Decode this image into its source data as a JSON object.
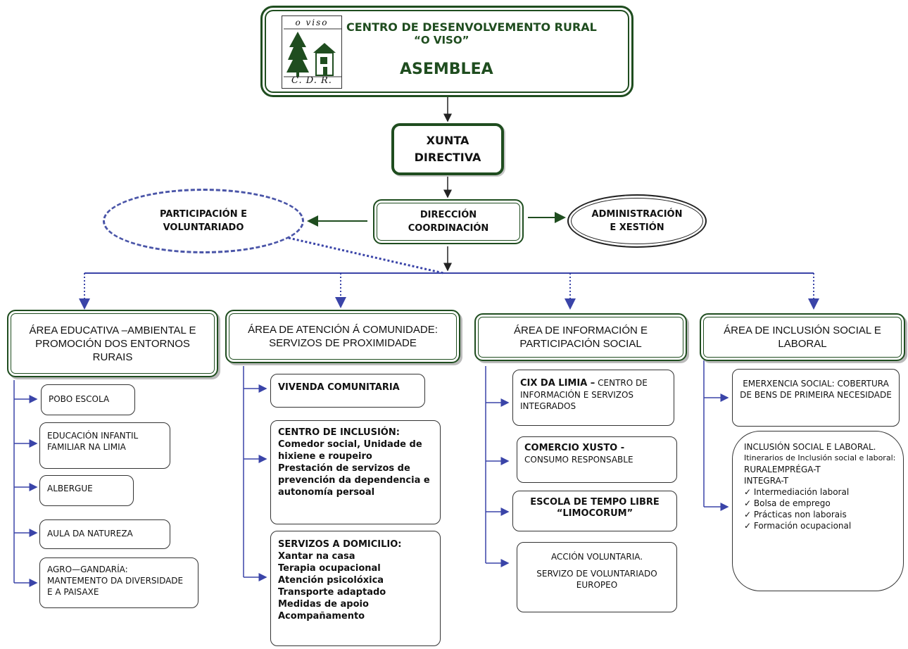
{
  "header": {
    "logo_top": "o viso",
    "logo_bottom": "C. D. R.",
    "title": "CENTRO DE DESENVOLVEMENTO RURAL",
    "subtitle": "“O VISO”",
    "assembly": "ASEMBLEA"
  },
  "xunta": {
    "line1": "XUNTA",
    "line2": "DIRECTIVA"
  },
  "direction": {
    "line1": "DIRECCIÓN",
    "line2": "COORDINACIÓN"
  },
  "administration": {
    "line1": "ADMINISTRACIÓN",
    "line2": "E XESTIÓN"
  },
  "participation": {
    "line1": "PARTICIPACIÓN E",
    "line2": "VOLUNTARIADO"
  },
  "areas": [
    {
      "title": "ÁREA EDUCATIVA –AMBIENTAL E PROMOCIÓN DOS ENTORNOS RURAIS",
      "items": [
        "POBO ESCOLA",
        "EDUCACIÓN INFANTIL FAMILIAR NA LIMIA",
        "ALBERGUE",
        "AULA DA NATUREZA",
        "AGRO—GANDARÍA: MANTEMENTO DA DIVERSIDADE E A PAISAXE"
      ]
    },
    {
      "title": "ÁREA DE ATENCIÓN Á COMUNIDADE: SERVIZOS DE PROXIMIDADE",
      "items": [
        "VIVENDA COMUNITARIA",
        "CENTRO DE INCLUSIÓN:",
        "Comedor social, Unidade de hixiene e roupeiro",
        "Prestación de servizos de prevención da dependencia e autonomía persoal",
        "SERVIZOS A DOMICILIO:",
        "Xantar na casa",
        "Terapia ocupacional",
        "Atención psicolóxica",
        "Transporte adaptado",
        "Medidas de apoio",
        "Acompañamento"
      ]
    },
    {
      "title": "ÁREA DE INFORMACIÓN E PARTICIPACIÓN SOCIAL",
      "items": [
        "CIX DA LIMIA –",
        "CENTRO DE INFORMACIÓN E SERVIZOS INTEGRADOS",
        "COMERCIO XUSTO -",
        "CONSUMO RESPONSABLE",
        "ESCOLA DE TEMPO LIBRE",
        "“LIMOCORUM”",
        "ACCIÓN VOLUNTARIA.",
        "SERVIZO DE VOLUNTARIADO EUROPEO"
      ]
    },
    {
      "title": "ÁREA DE INCLUSIÓN SOCIAL E LABORAL",
      "items": [
        "EMERXENCIA SOCIAL: COBERTURA DE BENS DE PRIMEIRA NECESIDADE",
        "INCLUSIÓN SOCIAL E LABORAL.",
        "Itinerarios de Inclusión social e laboral:",
        "RURALEMPRÉGA-T",
        "INTEGRA-T",
        "✓ Intermediación laboral",
        "✓ Bolsa de emprego",
        "✓ Prácticas non laborais",
        "✓ Formación ocupacional"
      ]
    }
  ],
  "colors": {
    "dark_green": "#1f4d1f",
    "connector_blue": "#3a44a8"
  }
}
